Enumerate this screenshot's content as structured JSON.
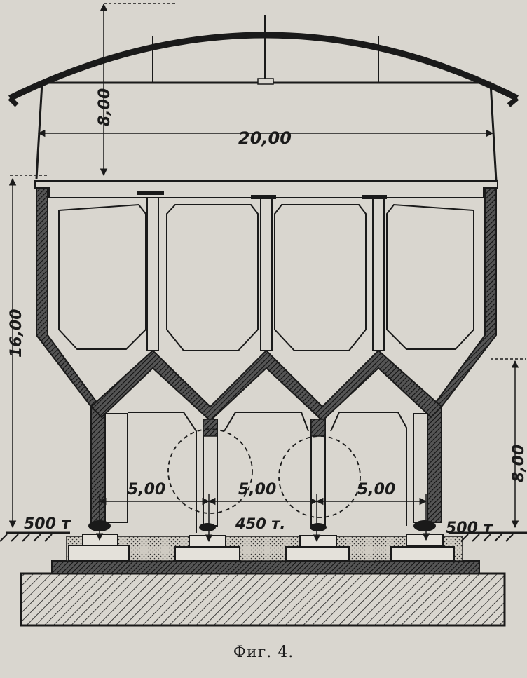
{
  "colors": {
    "paper": "#d9d6cf",
    "ink": "#1a1a1a"
  },
  "dimensions": {
    "roof_height": "8,00",
    "span": "20,00",
    "bunker_height": "16,00",
    "column_height": "8,00",
    "spacing_left": "5,00",
    "spacing_middle": "5,00",
    "spacing_right": "5,00"
  },
  "loads": {
    "outer_left": "500 т",
    "inner": "450 т.",
    "outer_right": "500 т"
  },
  "caption": "Фиг. 4."
}
